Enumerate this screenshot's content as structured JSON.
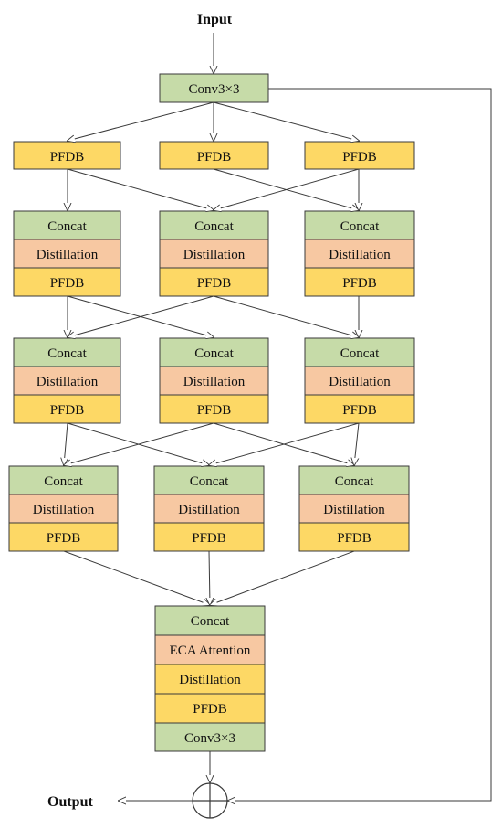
{
  "input_label": "Input",
  "output_label": "Output",
  "conv_top": "Conv3×3",
  "stage1": [
    "PFDB",
    "PFDB",
    "PFDB"
  ],
  "block_labels": {
    "concat": "Concat",
    "distillation": "Distillation",
    "pfdb": "PFDB"
  },
  "final_block": [
    "Concat",
    "ECA Attention",
    "Distillation",
    "PFDB",
    "Conv3×3"
  ],
  "colors": {
    "green": "#c6dba8",
    "orange": "#f7c8a2",
    "yellow": "#fdd865",
    "stroke": "#3a3a3a"
  }
}
